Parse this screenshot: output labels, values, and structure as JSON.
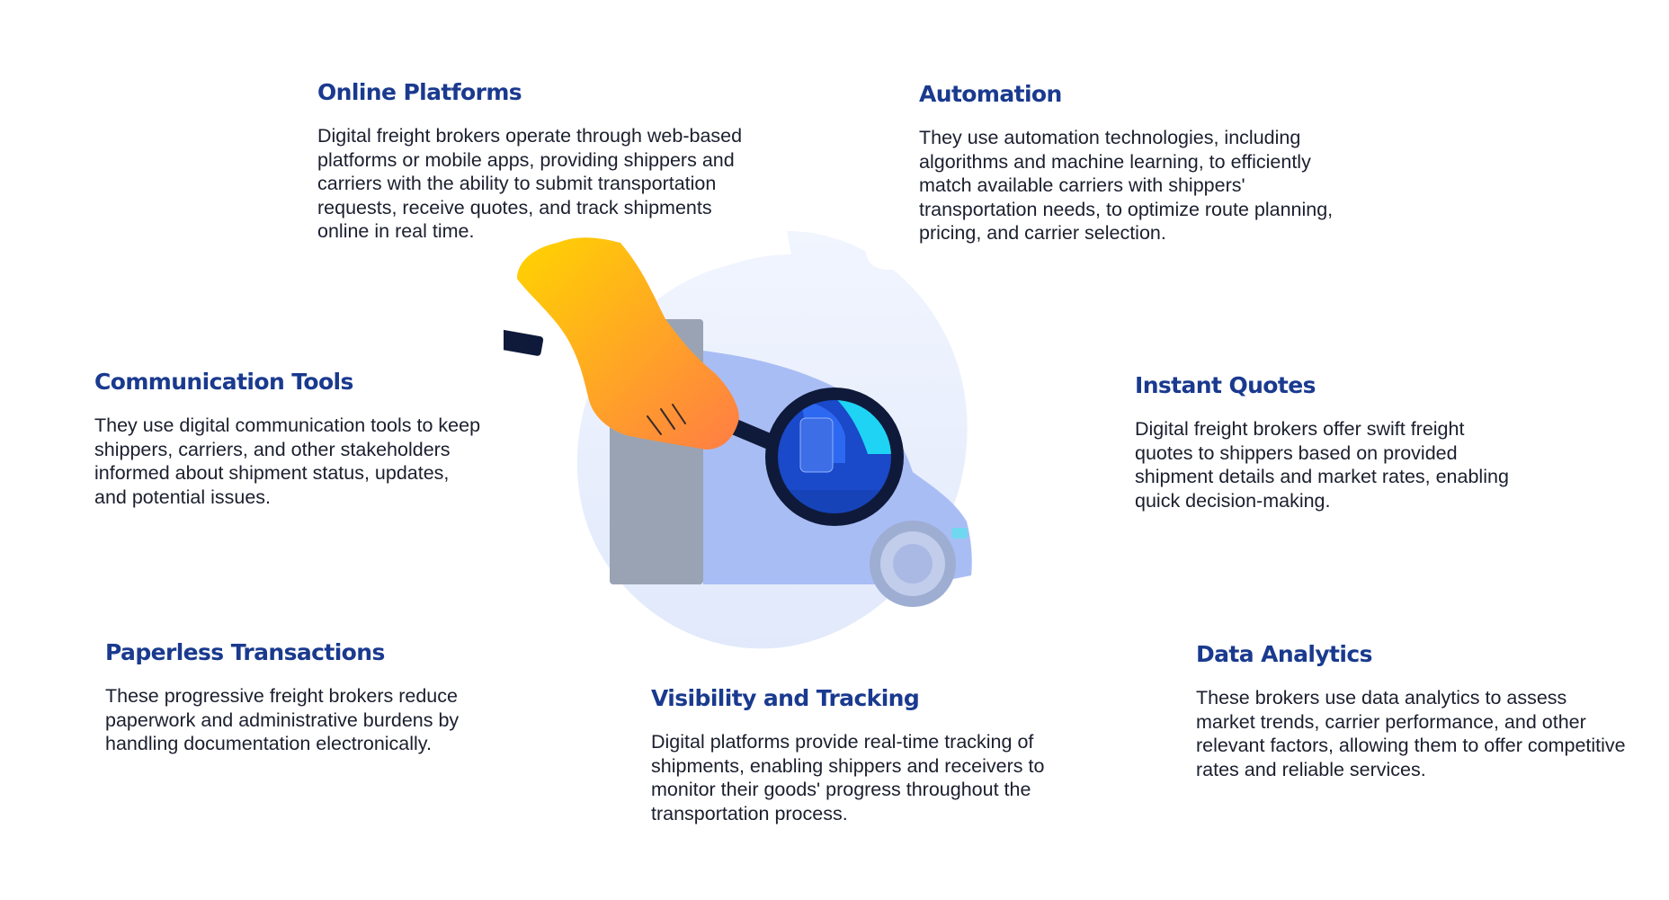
{
  "features": {
    "online_platforms": {
      "title": "Online Platforms",
      "body": "Digital freight brokers operate through web-based platforms or mobile apps, providing shippers and carriers with the ability to submit transportation requests, receive quotes, and track shipments online in real time."
    },
    "automation": {
      "title": "Automation",
      "body": "They use automation technologies, including algorithms and machine learning, to efficiently match available carriers with shippers' transportation needs, to optimize route planning, pricing, and carrier selection."
    },
    "communication_tools": {
      "title": "Communication Tools",
      "body": "They use digital communication tools to keep shippers, carriers, and other stakeholders informed about shipment status, updates, and potential issues."
    },
    "instant_quotes": {
      "title": "Instant Quotes",
      "body": "Digital freight brokers offer swift freight quotes to shippers based on provided shipment details and market rates, enabling quick decision-making."
    },
    "paperless_transactions": {
      "title": "Paperless Transactions",
      "body": "These progressive freight brokers reduce paperwork and administrative burdens by handling documentation electronically."
    },
    "visibility_tracking": {
      "title": "Visibility and Tracking",
      "body": "Digital platforms provide real-time tracking of shipments, enabling shippers and receivers to monitor their goods' progress throughout the transportation process."
    },
    "data_analytics": {
      "title": "Data Analytics",
      "body": "These brokers use data analytics to assess market trends, carrier performance, and other relevant factors, allowing them to offer competitive rates and reliable services."
    }
  },
  "colors": {
    "heading": "#1a3a8f",
    "body_text": "#1b1f2e",
    "circle_bg": "#e8eefb",
    "truck_body": "#a9bdf5",
    "truck_cab": "#b9c9f8",
    "trailer": "#9aa3b3",
    "lens_blue": "#1e50d8",
    "lens_cyan": "#1fd3f5",
    "lens_ring": "#0f1a3a",
    "hand_gradient_start": "#ffd400",
    "hand_gradient_end": "#ff7d45"
  },
  "icons": {
    "illustration": "truck-magnifier-icon"
  }
}
